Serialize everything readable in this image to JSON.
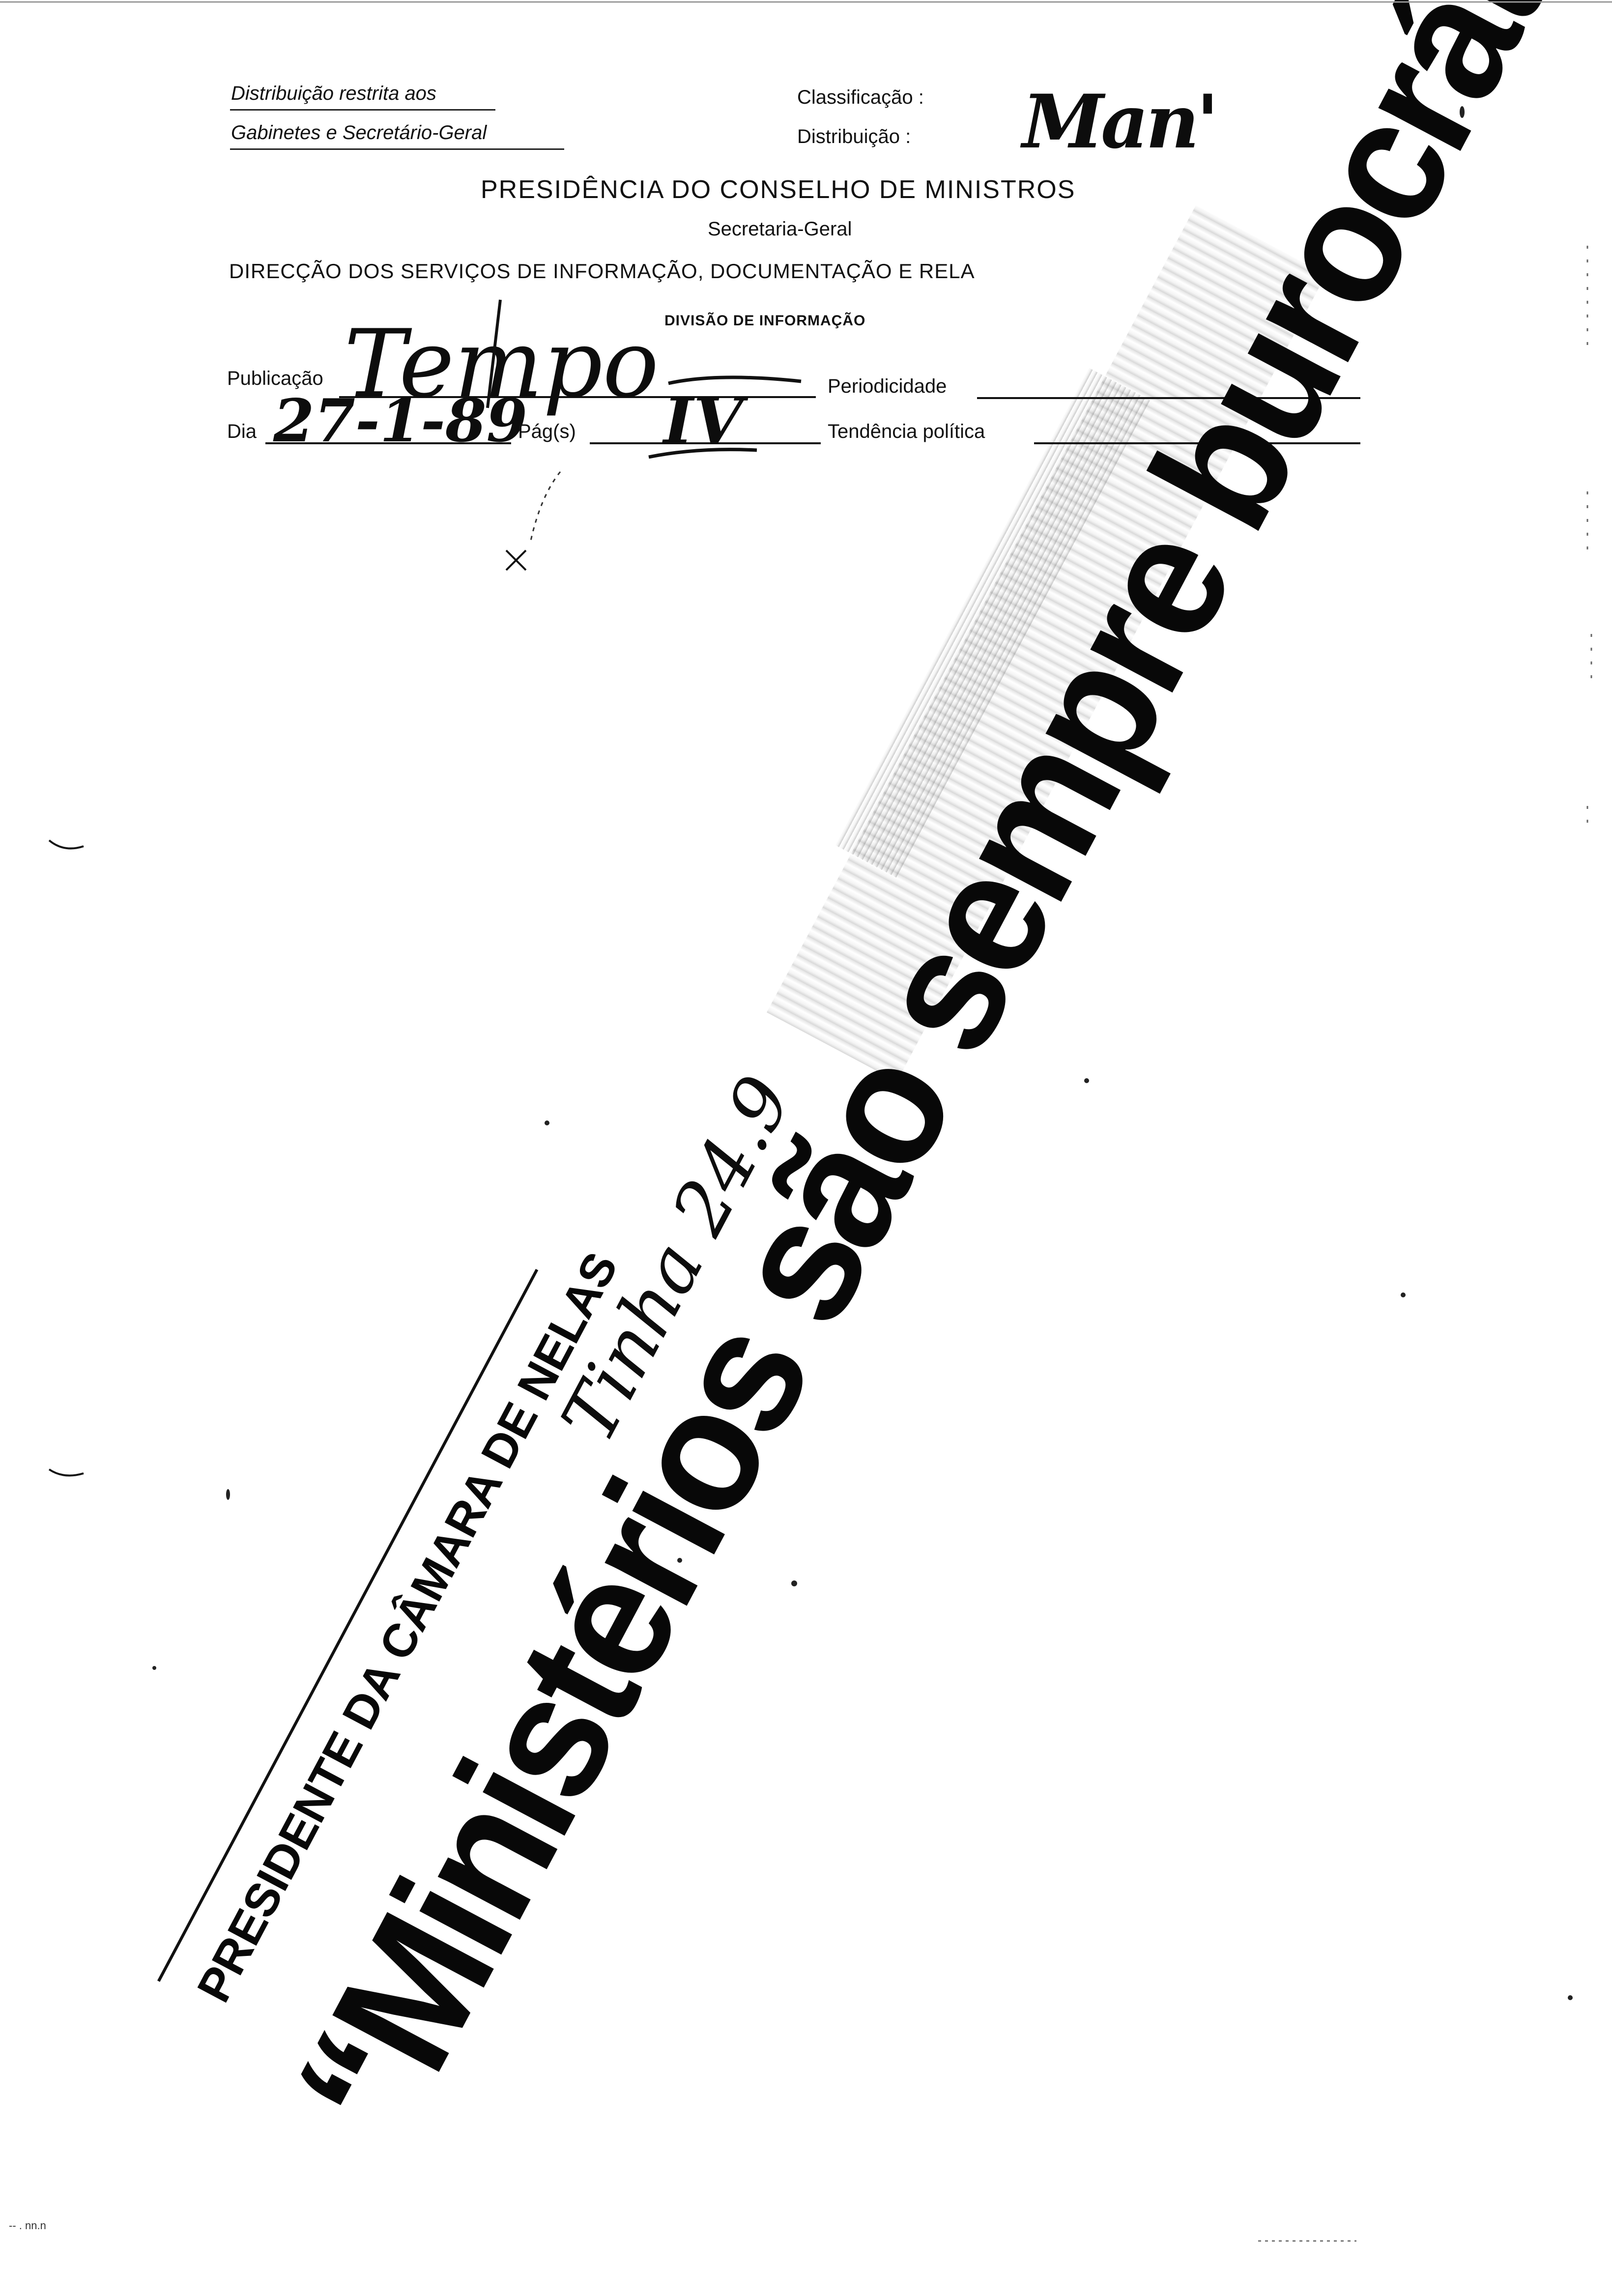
{
  "header": {
    "distribution_note_line1": "Distribuição restrita aos",
    "distribution_note_line2": "Gabinetes e Secretário-Geral",
    "classificacao_label": "Classificação :",
    "distribuicao_label": "Distribuição :",
    "classificacao_handwritten": "Man'",
    "org_title": "PRESIDÊNCIA DO CONSELHO DE MINISTROS",
    "org_subtitle": "Secretaria-Geral",
    "directorate": "DIRECÇÃO  DOS  SERVIÇOS  DE  INFORMAÇÃO,  DOCUMENTAÇÃO  E  RELA",
    "division": "DIVISÃO DE INFORMAÇÃO"
  },
  "form": {
    "publicacao_label": "Publicação",
    "publicacao_value": "Tempo",
    "periodicidade_label": "Periodicidade",
    "dia_label": "Dia",
    "dia_value": "27-1-89",
    "pags_label": "Pág(s)",
    "pags_value": "IV",
    "tendencia_label": "Tendência política"
  },
  "article": {
    "kicker": "PRESIDENTE DA CÂMARA DE NELAS",
    "headline": "“Ministérios são sempre burocráticas”",
    "handwritten_note": "Tinha 24.9"
  },
  "footer": {
    "corner_mark": "-- . nn.n"
  }
}
